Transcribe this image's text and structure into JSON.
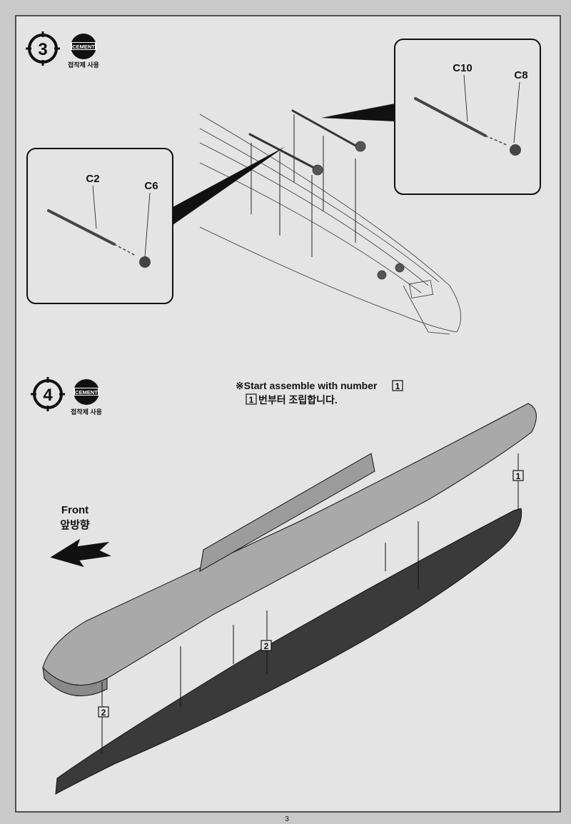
{
  "page_number": "3",
  "steps": [
    {
      "number": "3",
      "badge": {
        "label": "CEMENT",
        "caption": "접착제 사용"
      },
      "callouts": [
        {
          "parts": [
            "C2",
            "C6"
          ]
        },
        {
          "parts": [
            "C10",
            "C8"
          ]
        }
      ]
    },
    {
      "number": "4",
      "badge": {
        "label": "CEMENT",
        "caption": "접착제 사용"
      },
      "note_en": "※Start assemble with number",
      "note_ko": "번부터 조립합니다.",
      "note_ref": "1",
      "direction": {
        "en": "Front",
        "ko": "앞방향"
      },
      "order_labels": [
        "1",
        "2",
        "2"
      ]
    }
  ],
  "colors": {
    "paper": "#e4e4e4",
    "deck": "#a9a9a9",
    "hull": "#3a3a3a",
    "ink": "#111111"
  }
}
